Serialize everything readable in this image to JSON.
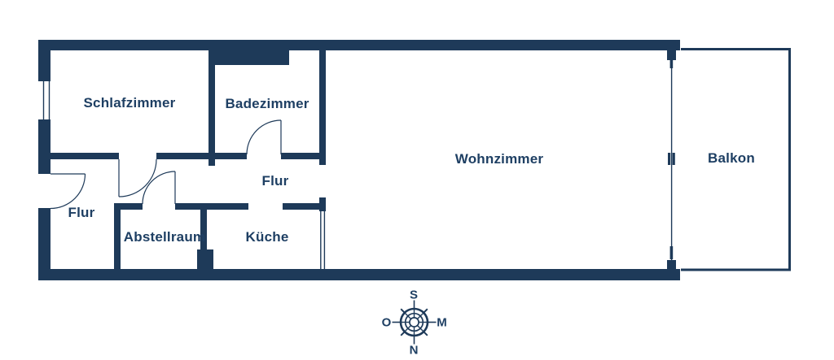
{
  "colors": {
    "wall": "#1e3a59",
    "text": "#1e3f63",
    "background": "#ffffff"
  },
  "rooms": {
    "schlafzimmer": {
      "label": "Schlafzimmer"
    },
    "badezimmer": {
      "label": "Badezimmer"
    },
    "flur_bad": {
      "label": "Flur"
    },
    "flur_eingang": {
      "label": "Flur"
    },
    "abstellraum": {
      "label": "Abstellraum"
    },
    "kueche": {
      "label": "Küche"
    },
    "wohnzimmer": {
      "label": "Wohnzimmer"
    },
    "balkon": {
      "label": "Balkon"
    }
  },
  "compass": {
    "top": "S",
    "right": "M",
    "bottom": "N",
    "left": "O"
  }
}
